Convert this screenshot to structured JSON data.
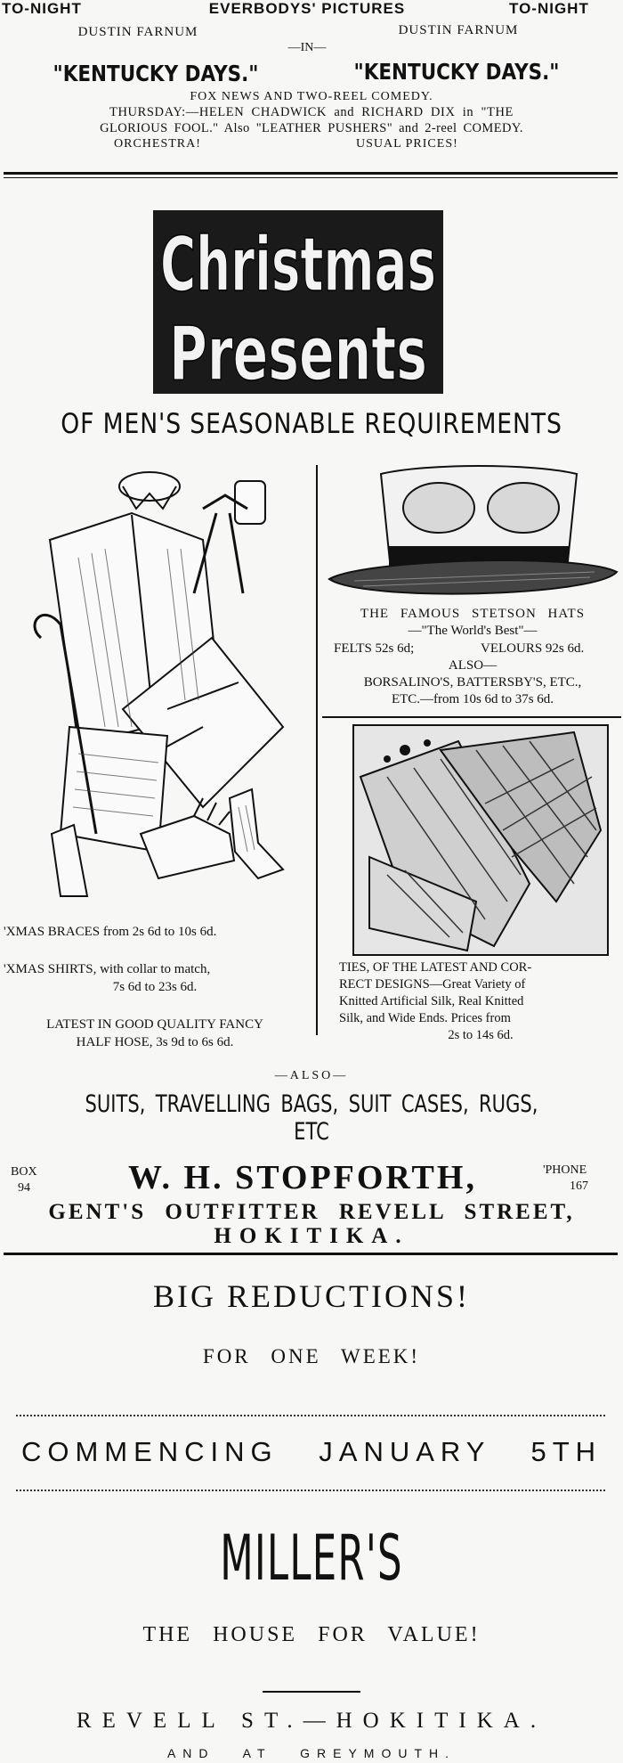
{
  "cinema": {
    "tonight_left": "TO-NIGHT",
    "theatre": "EVERBODYS' PICTURES",
    "tonight_right": "TO-NIGHT",
    "star_left": "DUSTIN FARNUM",
    "star_right": "DUSTIN FARNUM",
    "in": "—IN—",
    "film_left": "\"KENTUCKY DAYS.\"",
    "film_right": "\"KENTUCKY DAYS.\"",
    "support": "FOX NEWS AND TWO-REEL COMEDY.",
    "thursday_1": "THURSDAY:—HELEN CHADWICK and RICHARD DIX in \"THE",
    "thursday_2": "GLORIOUS FOOL.\" Also \"LEATHER PUSHERS\" and 2-reel COMEDY.",
    "orchestra": "ORCHESTRA!",
    "prices": "USUAL PRICES!"
  },
  "stopforth": {
    "headline_1": "Christmas",
    "headline_2": "Presents",
    "subhead": "OF MEN'S SEASONABLE REQUIREMENTS",
    "braces": "'XMAS BRACES from 2s 6d to 10s 6d.",
    "shirts_1": "'XMAS SHIRTS, with collar to match,",
    "shirts_2": "7s 6d to 23s 6d.",
    "hose_1": "LATEST IN GOOD QUALITY FANCY",
    "hose_2": "HALF HOSE, 3s 9d to 6s 6d.",
    "stetson_1": "THE FAMOUS STETSON HATS",
    "stetson_2": "—\"The World's Best\"—",
    "felts": "FELTS 52s 6d;",
    "velours": "VELOURS 92s 6d.",
    "also_1": "ALSO—",
    "borsalino_1": "BORSALINO'S, BATTERSBY'S, ETC.,",
    "borsalino_2": "ETC.—from 10s 6d to 37s 6d.",
    "ties_1": "TIES, OF THE LATEST AND COR-",
    "ties_2": "RECT DESIGNS—Great Variety of",
    "ties_3": "Knitted Artificial Silk, Real Knitted",
    "ties_4": "Silk, and Wide Ends. Prices from",
    "ties_5": "2s to 14s 6d.",
    "also_2": "—ALSO—",
    "also_line": "SUITS, TRAVELLING BAGS, SUIT CASES, RUGS, ETC",
    "box_1": "BOX",
    "box_2": "94",
    "name": "W. H. STOPFORTH,",
    "phone_1": "'PHONE",
    "phone_2": "167",
    "address_1": "GENT'S OUTFITTER REVELL STREET,",
    "address_2": "HOKITIKA."
  },
  "millers": {
    "reductions": "BIG REDUCTIONS!",
    "week": "FOR ONE WEEK!",
    "commencing": "COMMENCING JANUARY 5TH",
    "name": "MILLER'S",
    "value": "THE HOUSE FOR VALUE!",
    "street": "REVELL ST.—HOKITIKA.",
    "greymouth": "AND AT GREYMOUTH."
  }
}
